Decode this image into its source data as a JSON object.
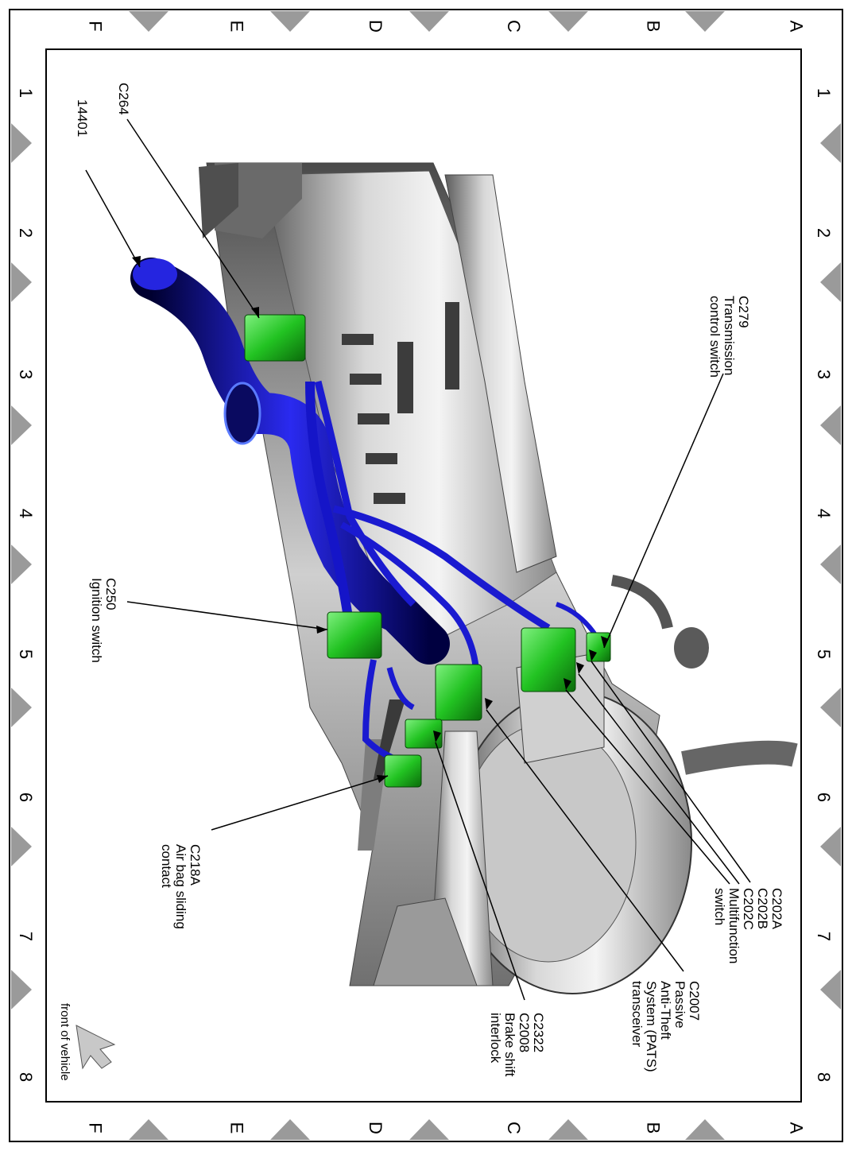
{
  "grid": {
    "letters": [
      "A",
      "B",
      "C",
      "D",
      "E",
      "F"
    ],
    "numbers": [
      "1",
      "2",
      "3",
      "4",
      "5",
      "6",
      "7",
      "8"
    ]
  },
  "callouts": {
    "c279": "C279\nTransmission\ncontrol switch",
    "c264": "C264",
    "p14401": "14401",
    "c250": "C250\nIgnition switch",
    "c218a": "C218A\nAir bag sliding\ncontact",
    "c202": "C202A\nC202B\nC202C\nMultifunction\nswitch",
    "c2007": "C2007\nPassive\nAnti-Theft\nSystem (PATS)\ntransceiver",
    "c2322": "C2322\nC2008\nBrake shift\ninterlock",
    "front": "front of vehicle"
  },
  "colors": {
    "connector": "#22c322",
    "harness": "#1a1ad0",
    "marker": "#9a9a9a",
    "arrow": "#c8c8c8"
  }
}
